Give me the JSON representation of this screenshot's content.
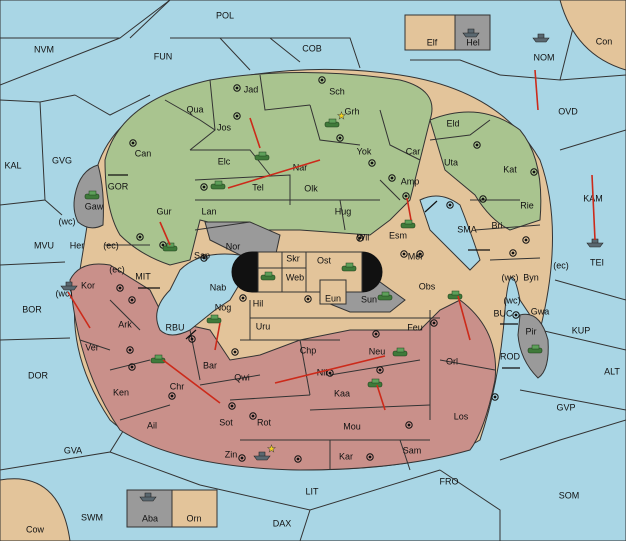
{
  "regions": {
    "sea": [
      "POL",
      "NVM",
      "FUN",
      "COB",
      "KAL",
      "GVG",
      "GOR",
      "MVU",
      "BOR",
      "DOR",
      "GVA",
      "SWM",
      "DAX",
      "LIT",
      "FRO",
      "SOM",
      "GVP",
      "ALT",
      "KUP",
      "KAM",
      "OVD",
      "MIT",
      "RBU",
      "SMA",
      "BUC",
      "ROD"
    ],
    "green": [
      "Jad",
      "Sch",
      "Grh",
      "Jos",
      "Can",
      "Elc",
      "Nar",
      "Yok",
      "Tel",
      "Olk",
      "Gur",
      "Lan",
      "Hug",
      "Eld",
      "Kat",
      "Amp",
      "Esm",
      "Sap",
      "Car"
    ],
    "tan": [
      "Qua",
      "Uta",
      "Rie",
      "Bri",
      "Byn",
      "Her",
      "Nab",
      "Hil",
      "Uru",
      "Feu",
      "Chp",
      "Skr",
      "Ost",
      "Web",
      "Eun",
      "Mel",
      "Wil",
      "Cow",
      "Orn",
      "Elf",
      "Con",
      "Ail"
    ],
    "red": [
      "Kor",
      "Ark",
      "Ver",
      "Ken",
      "Chr",
      "Bar",
      "Qwi",
      "Nog",
      "Sot",
      "Rot",
      "Zin",
      "Kar",
      "Sam",
      "Mou",
      "Kaa",
      "Nil",
      "Neu",
      "Orl",
      "Los",
      "Obs"
    ],
    "gray": [
      "Gaw",
      "Nor",
      "Sun",
      "Pir",
      "Gwa",
      "Hel",
      "Aba",
      "NOM",
      "TEI"
    ]
  },
  "coast_labels": [
    "(wc)",
    "(ec)",
    "(ec)",
    "(wc)",
    "(wc)",
    "(ec)",
    "(wc)"
  ],
  "unit_icons": [
    "tank-icon",
    "fleet-icon",
    "star-icon",
    "move-arrow-icon",
    "supply-center-icon"
  ]
}
